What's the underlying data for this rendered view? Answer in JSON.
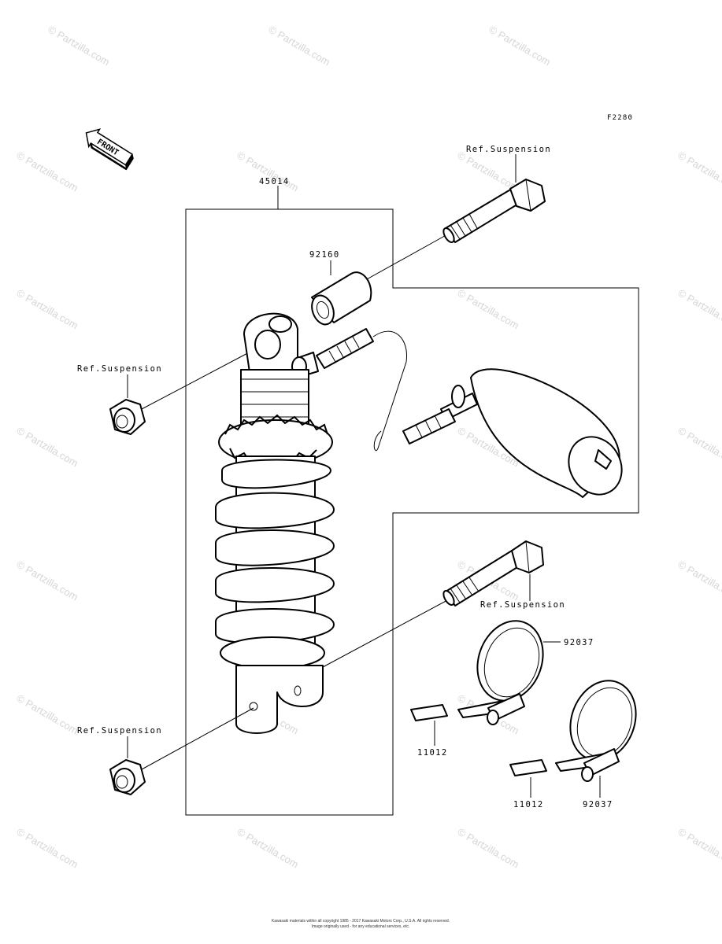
{
  "figure_code": "F2280",
  "front_arrow": "FRONT",
  "watermark": "© Partzilla.com",
  "footer": {
    "line1": "Kawasaki materials within all copyright 1985 - 2017 Kawasaki Motors Corp., U.S.A. All rights reserved.",
    "line2": "Image originally used - for any educational services, etc."
  },
  "callouts": {
    "shock_assembly": "45014",
    "collar": "92160",
    "ref_top_bolt": "Ref.Suspension",
    "ref_top_nut": "Ref.Suspension",
    "ref_bottom_bolt": "Ref.Suspension",
    "ref_bottom_nut": "Ref.Suspension",
    "band_upper": "92037",
    "band_lower": "92037",
    "pad_upper": "11012",
    "pad_lower": "11012"
  }
}
